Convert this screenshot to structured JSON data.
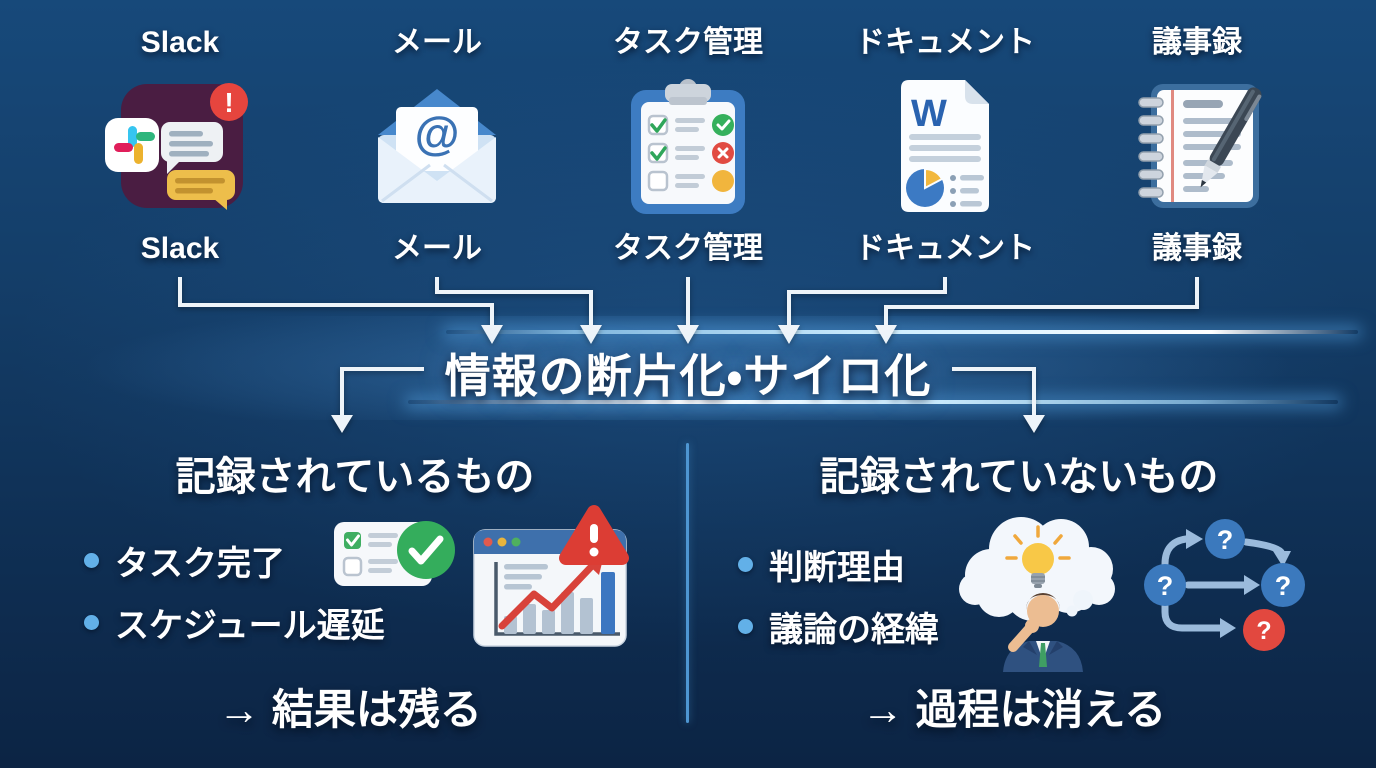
{
  "tools": [
    {
      "label": "Slack",
      "icon": "slack-chat-icon"
    },
    {
      "label": "メール",
      "icon": "email-icon"
    },
    {
      "label": "タスク管理",
      "icon": "task-management-icon"
    },
    {
      "label": "ドキュメント",
      "icon": "word-document-icon"
    },
    {
      "label": "議事録",
      "icon": "meeting-notes-icon"
    }
  ],
  "center_label": "情報の断片化・サイロ化",
  "left_panel": {
    "title": "記録されているもの",
    "items": [
      "タスク完了",
      "スケジュール遅延"
    ],
    "icons": [
      "task-complete-card-icon",
      "trend-alert-chart-icon"
    ],
    "conclusion": "→ 結果は残る"
  },
  "right_panel": {
    "title": "記録されていないもの",
    "items": [
      "判断理由",
      "議論の経緯"
    ],
    "icons": [
      "thinking-person-icon",
      "unknown-flow-icon"
    ],
    "conclusion": "→ 過程は消える"
  },
  "badges": {
    "alert_exclamation": "!",
    "question_mark": "?",
    "at_sign": "@",
    "word_w": "W"
  },
  "colors": {
    "background_top": "#17497a",
    "background_bottom": "#0c2444",
    "connector_white": "#eef4f9",
    "glow_blue": "#cfeeff",
    "bullet_blue": "#62b0e8",
    "divider_blue": "#4e96d2",
    "slack_plum": "#4a1d42",
    "alert_red": "#e0453c",
    "success_green": "#35b05c",
    "warning_yellow": "#f1b53d",
    "word_blue": "#2a63b0",
    "flow_arrow_blue": "#9bbbdc"
  }
}
